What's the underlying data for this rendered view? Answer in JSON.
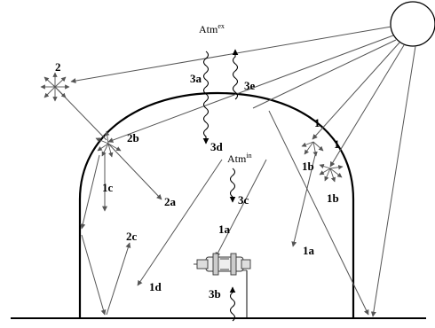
{
  "labels": {
    "l1a": "1",
    "l1b": "1",
    "l1a_1": "1a",
    "l1a_2": "1a",
    "l1b_1": "1b",
    "l1b_2": "1b",
    "l1c": "1c",
    "l1d": "1d",
    "l2": "2",
    "l2a": "2a",
    "l2b": "2b",
    "l2c": "2c",
    "l3a": "3a",
    "l3b": "3b",
    "l3c": "3c",
    "l3d": "3d",
    "l3e": "3e"
  },
  "atm_ex": {
    "base": "Atm",
    "sup": "ex"
  },
  "atm_in": {
    "base": "Atm",
    "sup": "in"
  }
}
